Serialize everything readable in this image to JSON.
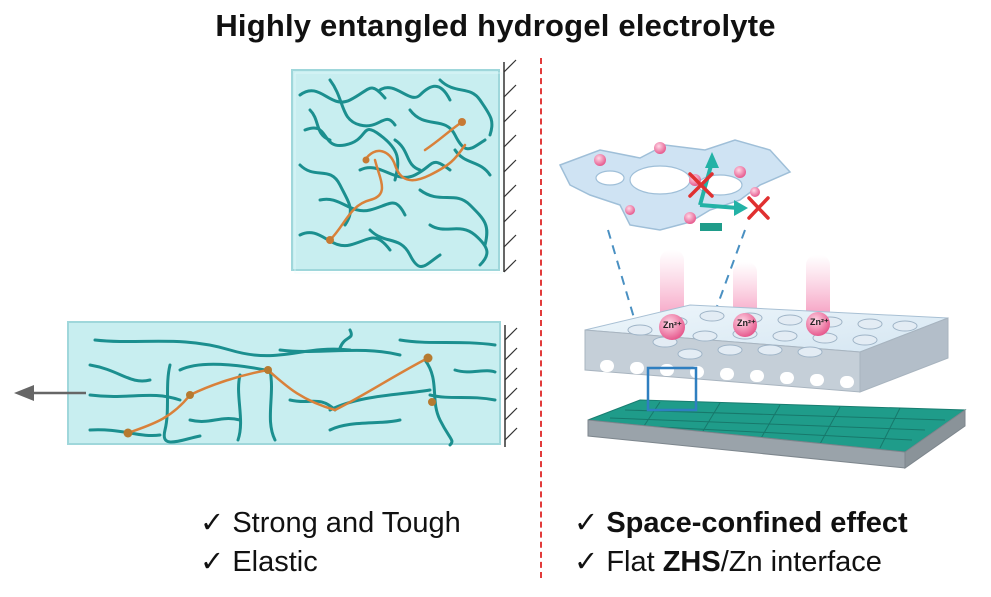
{
  "title": "Highly entangled hydrogel electrolyte",
  "left_features": [
    {
      "check": "✓",
      "text": "Strong and Tough"
    },
    {
      "check": "✓",
      "text": "Elastic"
    }
  ],
  "right_features": [
    {
      "check": "✓",
      "text": "Space-confined effect"
    },
    {
      "check": "✓",
      "prefix": "Flat ",
      "bold": "ZHS",
      "suffix": "/Zn interface"
    }
  ],
  "ion_labels": [
    "Zn²⁺",
    "Zn²⁺",
    "Zn²⁺"
  ],
  "colors": {
    "hydrogel_fill": "#c8eef0",
    "polymer_chain": "#1b8f8f",
    "crosslink_chain": "#d9813a",
    "divider": "#e23b3b",
    "ion_glow": "#f06aa0",
    "zinc_surface": "#1f9c8a",
    "blocked_mark": "#e03030"
  }
}
